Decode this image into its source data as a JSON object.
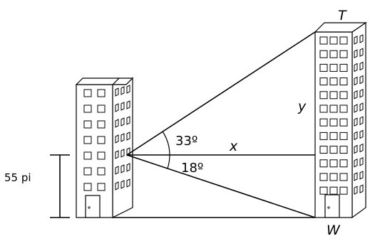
{
  "figure": {
    "labels": {
      "top_point": "T",
      "bottom_point": "W",
      "horizontal_distance": "x",
      "vertical_segment": "y",
      "angle_of_elevation": "33º",
      "angle_of_depression": "18º",
      "building_height": "55 pi"
    },
    "colors": {
      "stroke": "#000000",
      "building_front": "#ffffff",
      "building_side": "#ffffff",
      "background": "#ffffff"
    }
  }
}
